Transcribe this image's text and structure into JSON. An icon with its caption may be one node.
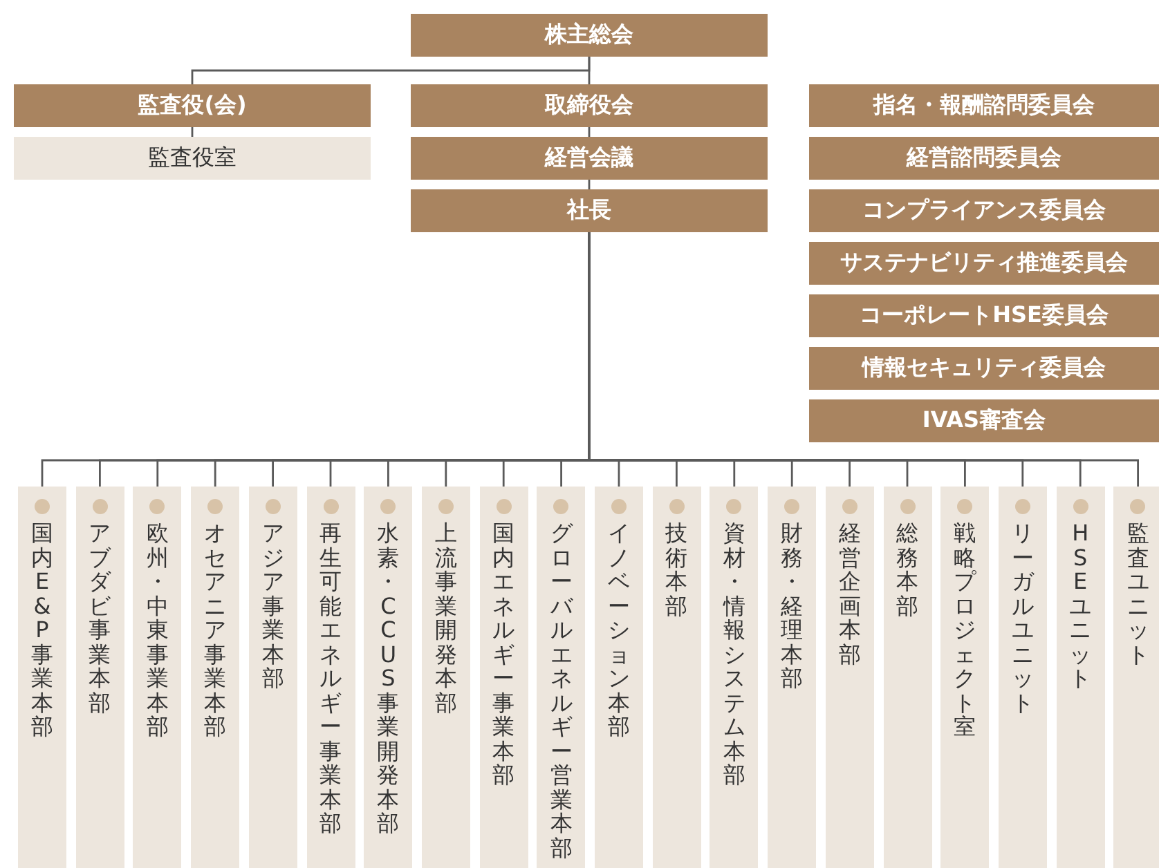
{
  "diagram": {
    "nodes": [
      {
        "text": [
          "株主総会"
        ]
      },
      {
        "text": [
          "監査役(会)"
        ]
      },
      {
        "text": [
          "監査役室"
        ]
      },
      {
        "text": [
          "取締役会"
        ]
      },
      {
        "text": [
          "経営会議"
        ]
      },
      {
        "text": [
          "社長"
        ]
      },
      {
        "text": [
          "指名・報酬諮問委員会"
        ]
      },
      {
        "text": [
          "経営諮問委員会"
        ]
      },
      {
        "text": [
          "コンプライアンス委員会"
        ]
      },
      {
        "text": [
          "サステナビリティ推進委員会"
        ]
      },
      {
        "text": [
          "コーポレートHSE委員会"
        ]
      },
      {
        "text": [
          "情報セキュリティ委員会"
        ]
      },
      {
        "text": [
          "IVAS審査会"
        ]
      },
      {
        "text": [
          "国内E&P事業本部"
        ]
      },
      {
        "text": [
          "アブダビ事業本部"
        ]
      },
      {
        "text": [
          "欧州・中東事業本部"
        ]
      },
      {
        "text": [
          "オセアニア事業本部"
        ]
      },
      {
        "text": [
          "アジア事業本部"
        ]
      },
      {
        "text": [
          "再生可能エネルギー事業本部"
        ]
      },
      {
        "text": [
          "水素・CCUS事業開発本部"
        ]
      },
      {
        "text": [
          "上流事業開発本部"
        ]
      },
      {
        "text": [
          "国内エネルギー事業本部"
        ]
      },
      {
        "text": [
          "グローバルエネルギー営業本部"
        ]
      },
      {
        "text": [
          "イノベーション本部"
        ]
      },
      {
        "text": [
          "技術本部"
        ]
      },
      {
        "text": [
          "資材・情報システム本部"
        ]
      },
      {
        "text": [
          "財務・経理本部"
        ]
      },
      {
        "text": [
          "経営企画本部"
        ]
      },
      {
        "text": [
          "総務本部"
        ]
      },
      {
        "text": [
          "戦略プロジェクト室"
        ]
      },
      {
        "text": [
          "リーガルユニット"
        ]
      },
      {
        "text": [
          "HSEユニット"
        ]
      },
      {
        "text": [
          "監査ユニット"
        ]
      }
    ],
    "edges": [
      {
        "from": 0,
        "to": 1,
        "arrow": "none"
      },
      {
        "from": 0,
        "to": 3,
        "arrow": "none"
      },
      {
        "from": 1,
        "to": 2,
        "arrow": "none"
      },
      {
        "from": 3,
        "to": 4,
        "arrow": "none"
      },
      {
        "from": 4,
        "to": 5,
        "arrow": "none"
      },
      {
        "from": 5,
        "to": 13,
        "arrow": "none"
      },
      {
        "from": 5,
        "to": 14,
        "arrow": "none"
      },
      {
        "from": 5,
        "to": 15,
        "arrow": "none"
      },
      {
        "from": 5,
        "to": 16,
        "arrow": "none"
      },
      {
        "from": 5,
        "to": 17,
        "arrow": "none"
      },
      {
        "from": 5,
        "to": 18,
        "arrow": "none"
      },
      {
        "from": 5,
        "to": 19,
        "arrow": "none"
      },
      {
        "from": 5,
        "to": 20,
        "arrow": "none"
      },
      {
        "from": 5,
        "to": 21,
        "arrow": "none"
      },
      {
        "from": 5,
        "to": 22,
        "arrow": "none"
      },
      {
        "from": 5,
        "to": 23,
        "arrow": "none"
      },
      {
        "from": 5,
        "to": 24,
        "arrow": "none"
      },
      {
        "from": 5,
        "to": 25,
        "arrow": "none"
      },
      {
        "from": 5,
        "to": 26,
        "arrow": "none"
      },
      {
        "from": 5,
        "to": 27,
        "arrow": "none"
      },
      {
        "from": 5,
        "to": 28,
        "arrow": "none"
      },
      {
        "from": 5,
        "to": 29,
        "arrow": "none"
      },
      {
        "from": 5,
        "to": 30,
        "arrow": "none"
      },
      {
        "from": 5,
        "to": 31,
        "arrow": "none"
      },
      {
        "from": 5,
        "to": 32,
        "arrow": "none"
      }
    ]
  }
}
